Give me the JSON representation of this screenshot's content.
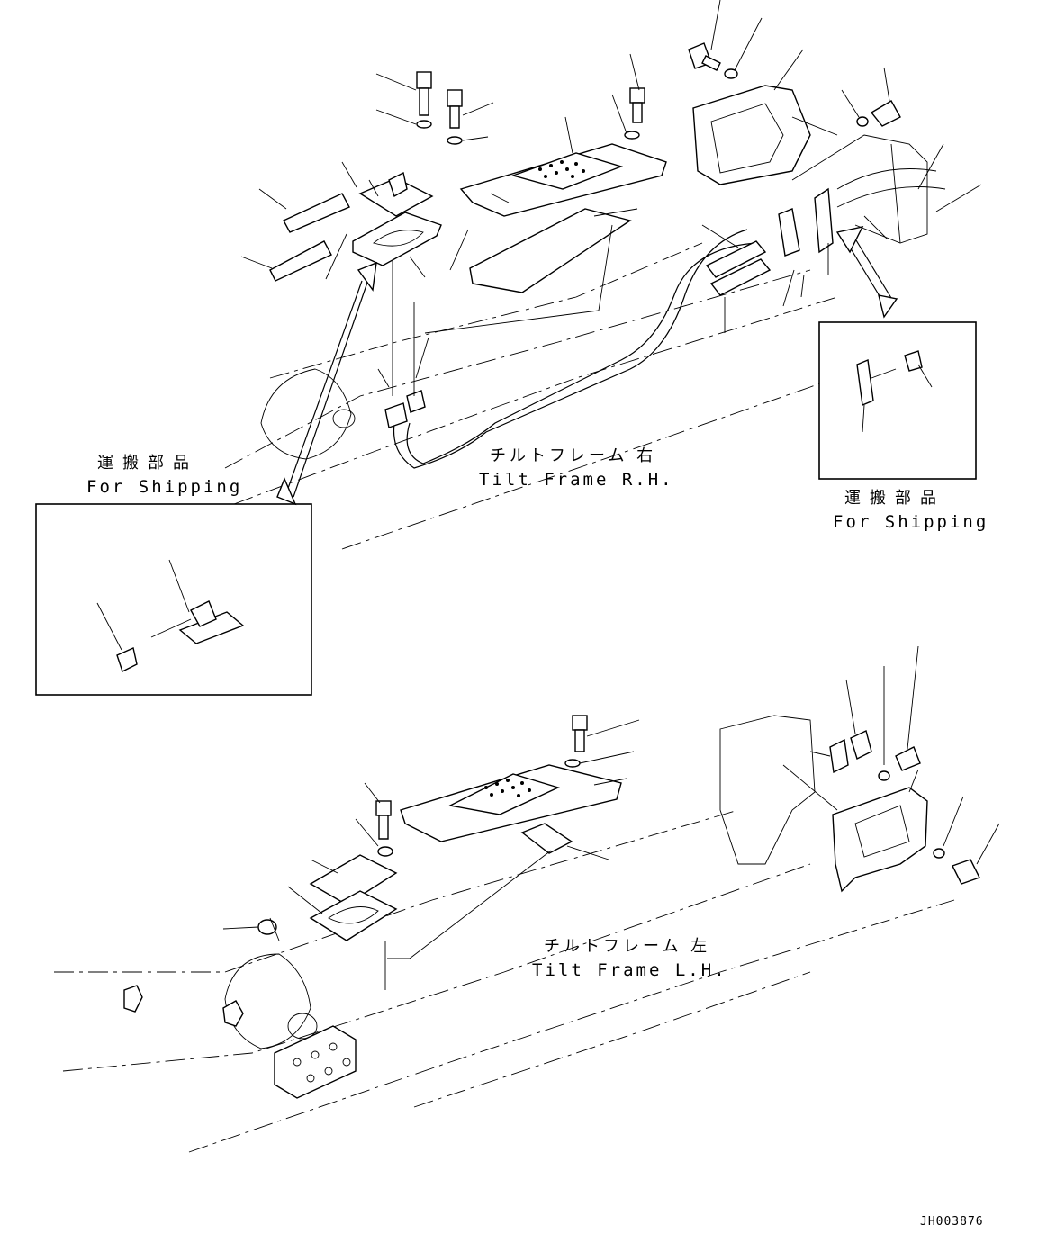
{
  "labels": {
    "shipping_left_jp": "運搬部品",
    "shipping_left_en": "For Shipping",
    "shipping_right_jp": "運搬部品",
    "shipping_right_en": "For Shipping",
    "tilt_rh_jp": "チルトフレーム 右",
    "tilt_rh_en": "Tilt Frame R.H.",
    "tilt_lh_jp": "チルトフレーム 左",
    "tilt_lh_en": "Tilt Frame L.H.",
    "drawing_number": "JH003876"
  }
}
